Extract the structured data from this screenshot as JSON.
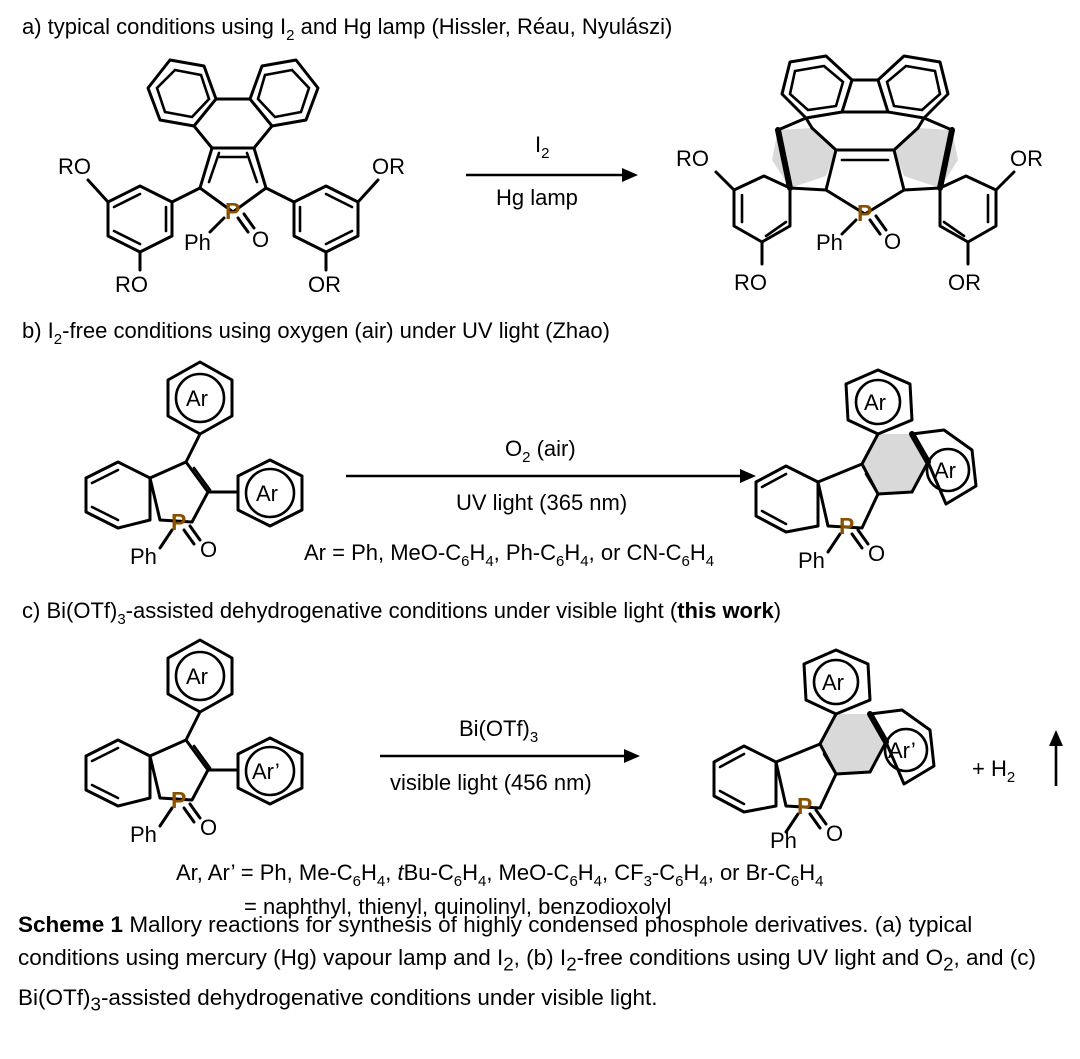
{
  "scheme": {
    "a": {
      "header_pre": "a) typical conditions using I",
      "header_sub": "2",
      "header_post": " and Hg lamp (Hissler, Réau, Nyulászi)",
      "reagent_main": "I",
      "reagent_sub": "2",
      "condition": "Hg lamp"
    },
    "b": {
      "header_pre": "b) I",
      "header_sub": "2",
      "header_post": "-free conditions using oxygen (air) under UV light (Zhao)",
      "reagent_pre": "O",
      "reagent_sub": "2",
      "reagent_post": " (air)",
      "condition": "UV light (365 nm)",
      "note": [
        "Ar = Ph, MeO-C",
        "6",
        "H",
        "4",
        ", Ph-C",
        "6",
        "H",
        "4",
        ", or CN-C",
        "6",
        "H",
        "4"
      ]
    },
    "c": {
      "header_pre": "c) Bi(OTf)",
      "header_sub": "3",
      "header_mid": "-assisted dehydrogenative conditions under visible light (",
      "header_bold": "this work",
      "header_post": ")",
      "reagent_pre": "Bi(OTf)",
      "reagent_sub": "3",
      "condition": "visible light (456 nm)",
      "byproduct_pre": "+ H",
      "byproduct_sub": "2",
      "note1": [
        "Ar, Ar’ = Ph, Me-C",
        "6",
        "H",
        "4",
        ", ",
        "t",
        "Bu-C",
        "6",
        "H",
        "4",
        ", MeO-C",
        "6",
        "H",
        "4",
        ", CF",
        "3",
        "-C",
        "6",
        "H",
        "4",
        ", or Br-C",
        "6",
        "H",
        "4"
      ],
      "note2": "= naphthyl, thienyl, quinolinyl, benzodioxolyl"
    }
  },
  "labels": {
    "RO": "RO",
    "OR": "OR",
    "P": "P",
    "O": "O",
    "Ph": "Ph",
    "Ar": "Ar",
    "Ar_prime": "Ar’"
  },
  "caption": {
    "bold": "Scheme 1",
    "part1": " Mallory reactions for synthesis of highly condensed phosphole derivatives. (a) typical conditions using mercury (Hg) vapour lamp and I",
    "sub1": "2",
    "part2": ", (b) I",
    "sub2": "2",
    "part3": "-free conditions using UV light and O",
    "sub3": "2",
    "part4": ", and (c) Bi(OTf)",
    "sub4": "3",
    "part5": "-assisted dehydrogenative conditions under visible light."
  }
}
